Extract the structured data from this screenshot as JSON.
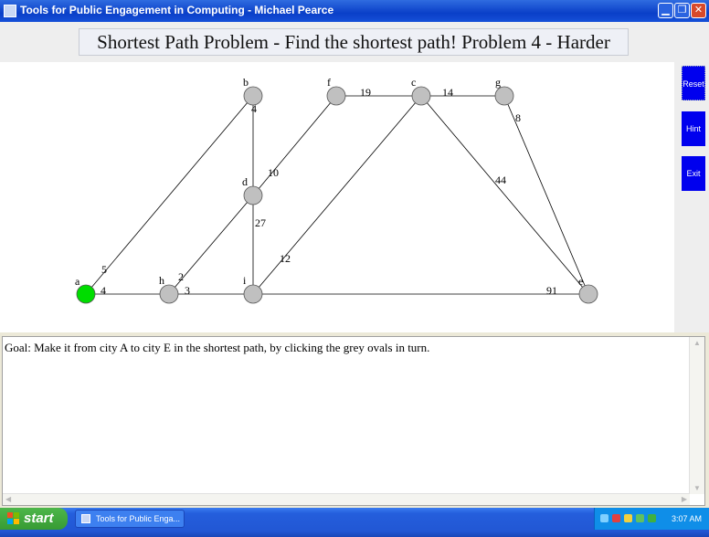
{
  "window": {
    "title": "Tools for Public Engagement in Computing - Michael Pearce"
  },
  "header": {
    "title": "Shortest Path Problem - Find the shortest path!   Problem 4 - Harder"
  },
  "sidebar": {
    "reset_label": "Reset",
    "hint_label": "Hint",
    "exit_label": "Exit"
  },
  "graph": {
    "nodes": [
      {
        "id": "a",
        "label": "a",
        "state": "current",
        "color": "#00dd00"
      },
      {
        "id": "b",
        "label": "b",
        "state": "unvisited",
        "color": "#c0c0c0"
      },
      {
        "id": "f",
        "label": "f",
        "state": "unvisited",
        "color": "#c0c0c0"
      },
      {
        "id": "c",
        "label": "c",
        "state": "unvisited",
        "color": "#c0c0c0"
      },
      {
        "id": "g",
        "label": "g",
        "state": "unvisited",
        "color": "#c0c0c0"
      },
      {
        "id": "d",
        "label": "d",
        "state": "unvisited",
        "color": "#c0c0c0"
      },
      {
        "id": "h",
        "label": "h",
        "state": "unvisited",
        "color": "#c0c0c0"
      },
      {
        "id": "i",
        "label": "i",
        "state": "unvisited",
        "color": "#c0c0c0"
      },
      {
        "id": "e",
        "label": "e",
        "state": "unvisited",
        "color": "#c0c0c0"
      }
    ],
    "edges": [
      {
        "from": "a",
        "to": "b",
        "weight": "5"
      },
      {
        "from": "a",
        "to": "h",
        "weight": "4"
      },
      {
        "from": "b",
        "to": "d",
        "weight": "4"
      },
      {
        "from": "f",
        "to": "d",
        "weight": "10"
      },
      {
        "from": "f",
        "to": "c",
        "weight": "19"
      },
      {
        "from": "c",
        "to": "g",
        "weight": "14"
      },
      {
        "from": "g",
        "to": "e",
        "weight": "8"
      },
      {
        "from": "c",
        "to": "e",
        "weight": "44"
      },
      {
        "from": "d",
        "to": "i",
        "weight": "27"
      },
      {
        "from": "d",
        "to": "h",
        "weight": "2"
      },
      {
        "from": "c",
        "to": "i",
        "weight": "12"
      },
      {
        "from": "h",
        "to": "i",
        "weight": "3"
      },
      {
        "from": "i",
        "to": "e",
        "weight": "91"
      }
    ]
  },
  "goal_text": "Goal: Make it from city A to city E in the shortest path, by clicking the grey ovals in turn.",
  "taskbar": {
    "start_label": "start",
    "task_label": "Tools for Public Enga...",
    "clock": "3:07 AM"
  }
}
